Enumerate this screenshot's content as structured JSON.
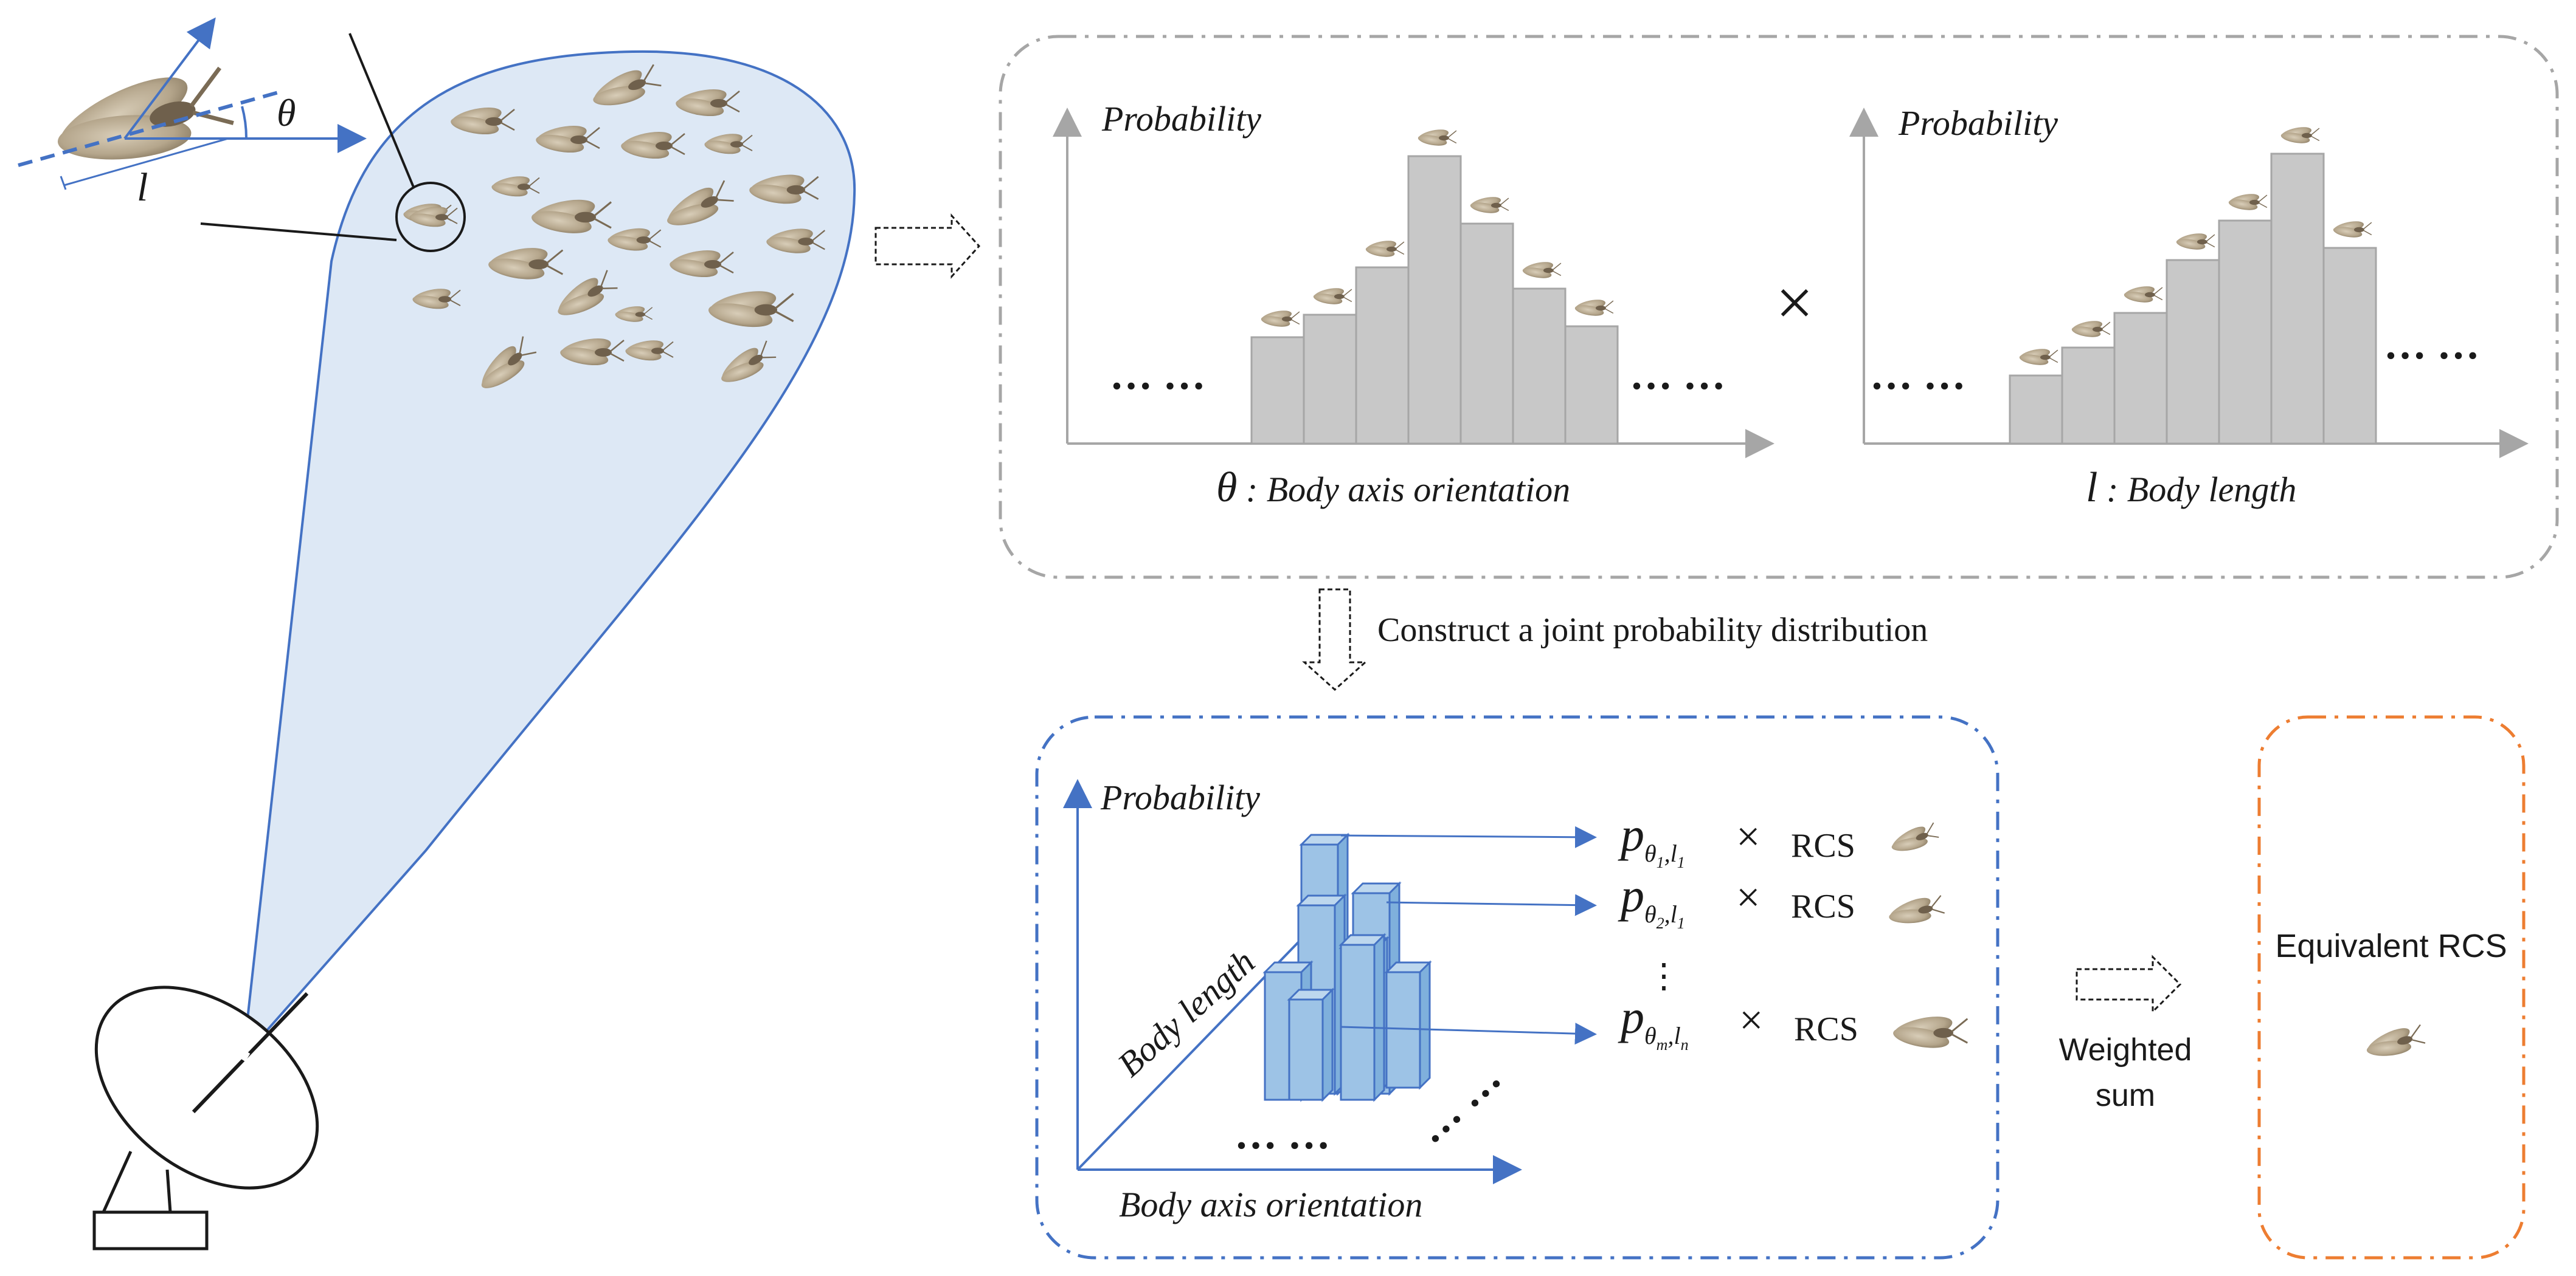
{
  "radar_panel": {
    "theta_symbol": "θ",
    "length_symbol": "l"
  },
  "hist_orientation": {
    "ylabel": "Probability",
    "xlabel_symbol": "θ",
    "xlabel_text": " : Body axis orientation",
    "left_ellipsis": "… …",
    "right_ellipsis": "… …"
  },
  "multiply_sign": "×",
  "hist_length": {
    "ylabel": "Probability",
    "xlabel_symbol": "l",
    "xlabel_text": " : Body length",
    "left_ellipsis": "… …",
    "right_ellipsis": "… …"
  },
  "construct_label": "Construct a joint probability distribution",
  "joint_panel": {
    "ylabel": "Probability",
    "diag_label": "Body length",
    "xlabel": "Body axis orientation",
    "bottom_ellipsis": "… …",
    "diag_ellipsis": "… …"
  },
  "terms": [
    {
      "p": "p",
      "sub_a": "θ",
      "sub_a_idx": "1",
      "sub_b": "l",
      "sub_b_idx": "1",
      "times": "×",
      "rcs": "RCS"
    },
    {
      "p": "p",
      "sub_a": "θ",
      "sub_a_idx": "2",
      "sub_b": "l",
      "sub_b_idx": "1",
      "times": "×",
      "rcs": "RCS"
    },
    {
      "p": "p",
      "sub_a": "θ",
      "sub_a_idx": "m",
      "sub_b": "l",
      "sub_b_idx": "n",
      "times": "×",
      "rcs": "RCS"
    }
  ],
  "vdots": "⋮",
  "weighted_sum": {
    "line1": "Weighted",
    "line2": "sum"
  },
  "equivalent_rcs": "Equivalent RCS",
  "colors": {
    "beam_fill": "#dde8f5",
    "beam_stroke": "#4472c4",
    "bar_gray": "#c8c8c8",
    "bar_blue": "#9dc3e6",
    "blue_dash": "#4472c4",
    "gray_dash": "#a6a6a6",
    "orange_dash": "#ed7d31"
  }
}
